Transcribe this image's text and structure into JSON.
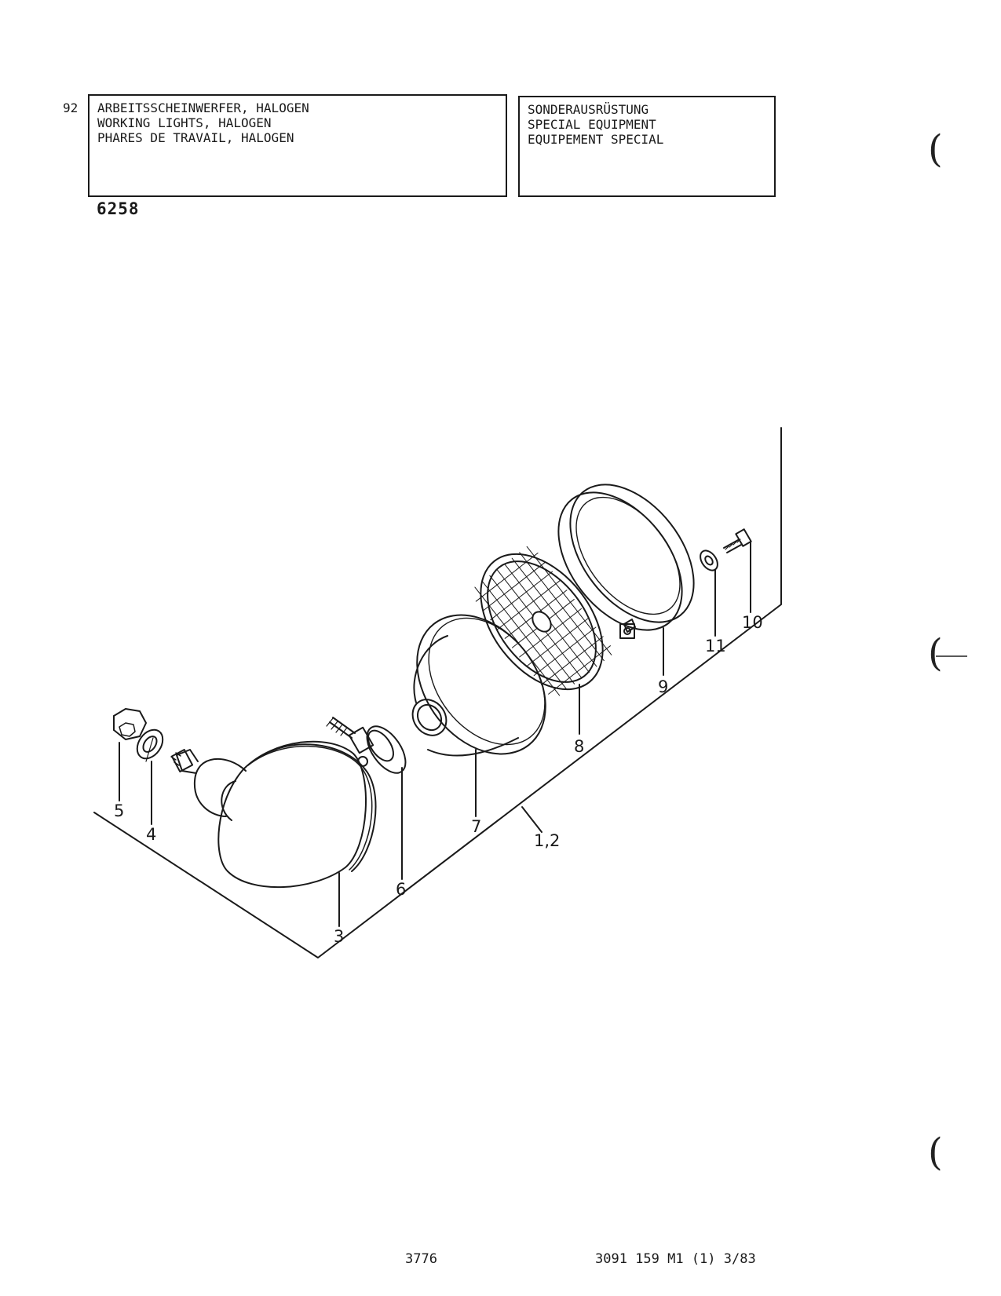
{
  "header": {
    "page_number": "92",
    "title_lines": [
      "ARBEITSSCHEINWERFER, HALOGEN",
      "WORKING LIGHTS, HALOGEN",
      "PHARES DE TRAVAIL, HALOGEN"
    ],
    "category_lines": [
      "SONDERAUSRÜSTUNG",
      "SPECIAL EQUIPMENT",
      "EQUIPEMENT SPECIAL"
    ],
    "group_code": "6258"
  },
  "diagram": {
    "callouts": {
      "c1_2": "1,2",
      "c3": "3",
      "c4": "4",
      "c5": "5",
      "c6": "6",
      "c7": "7",
      "c8": "8",
      "c9": "9",
      "c10": "10",
      "c11": "11"
    }
  },
  "footer": {
    "figure_number": "3776",
    "document_ref": "3091 159 M1 (1)  3/83"
  },
  "margin_marks": [
    "(",
    "(",
    "("
  ]
}
